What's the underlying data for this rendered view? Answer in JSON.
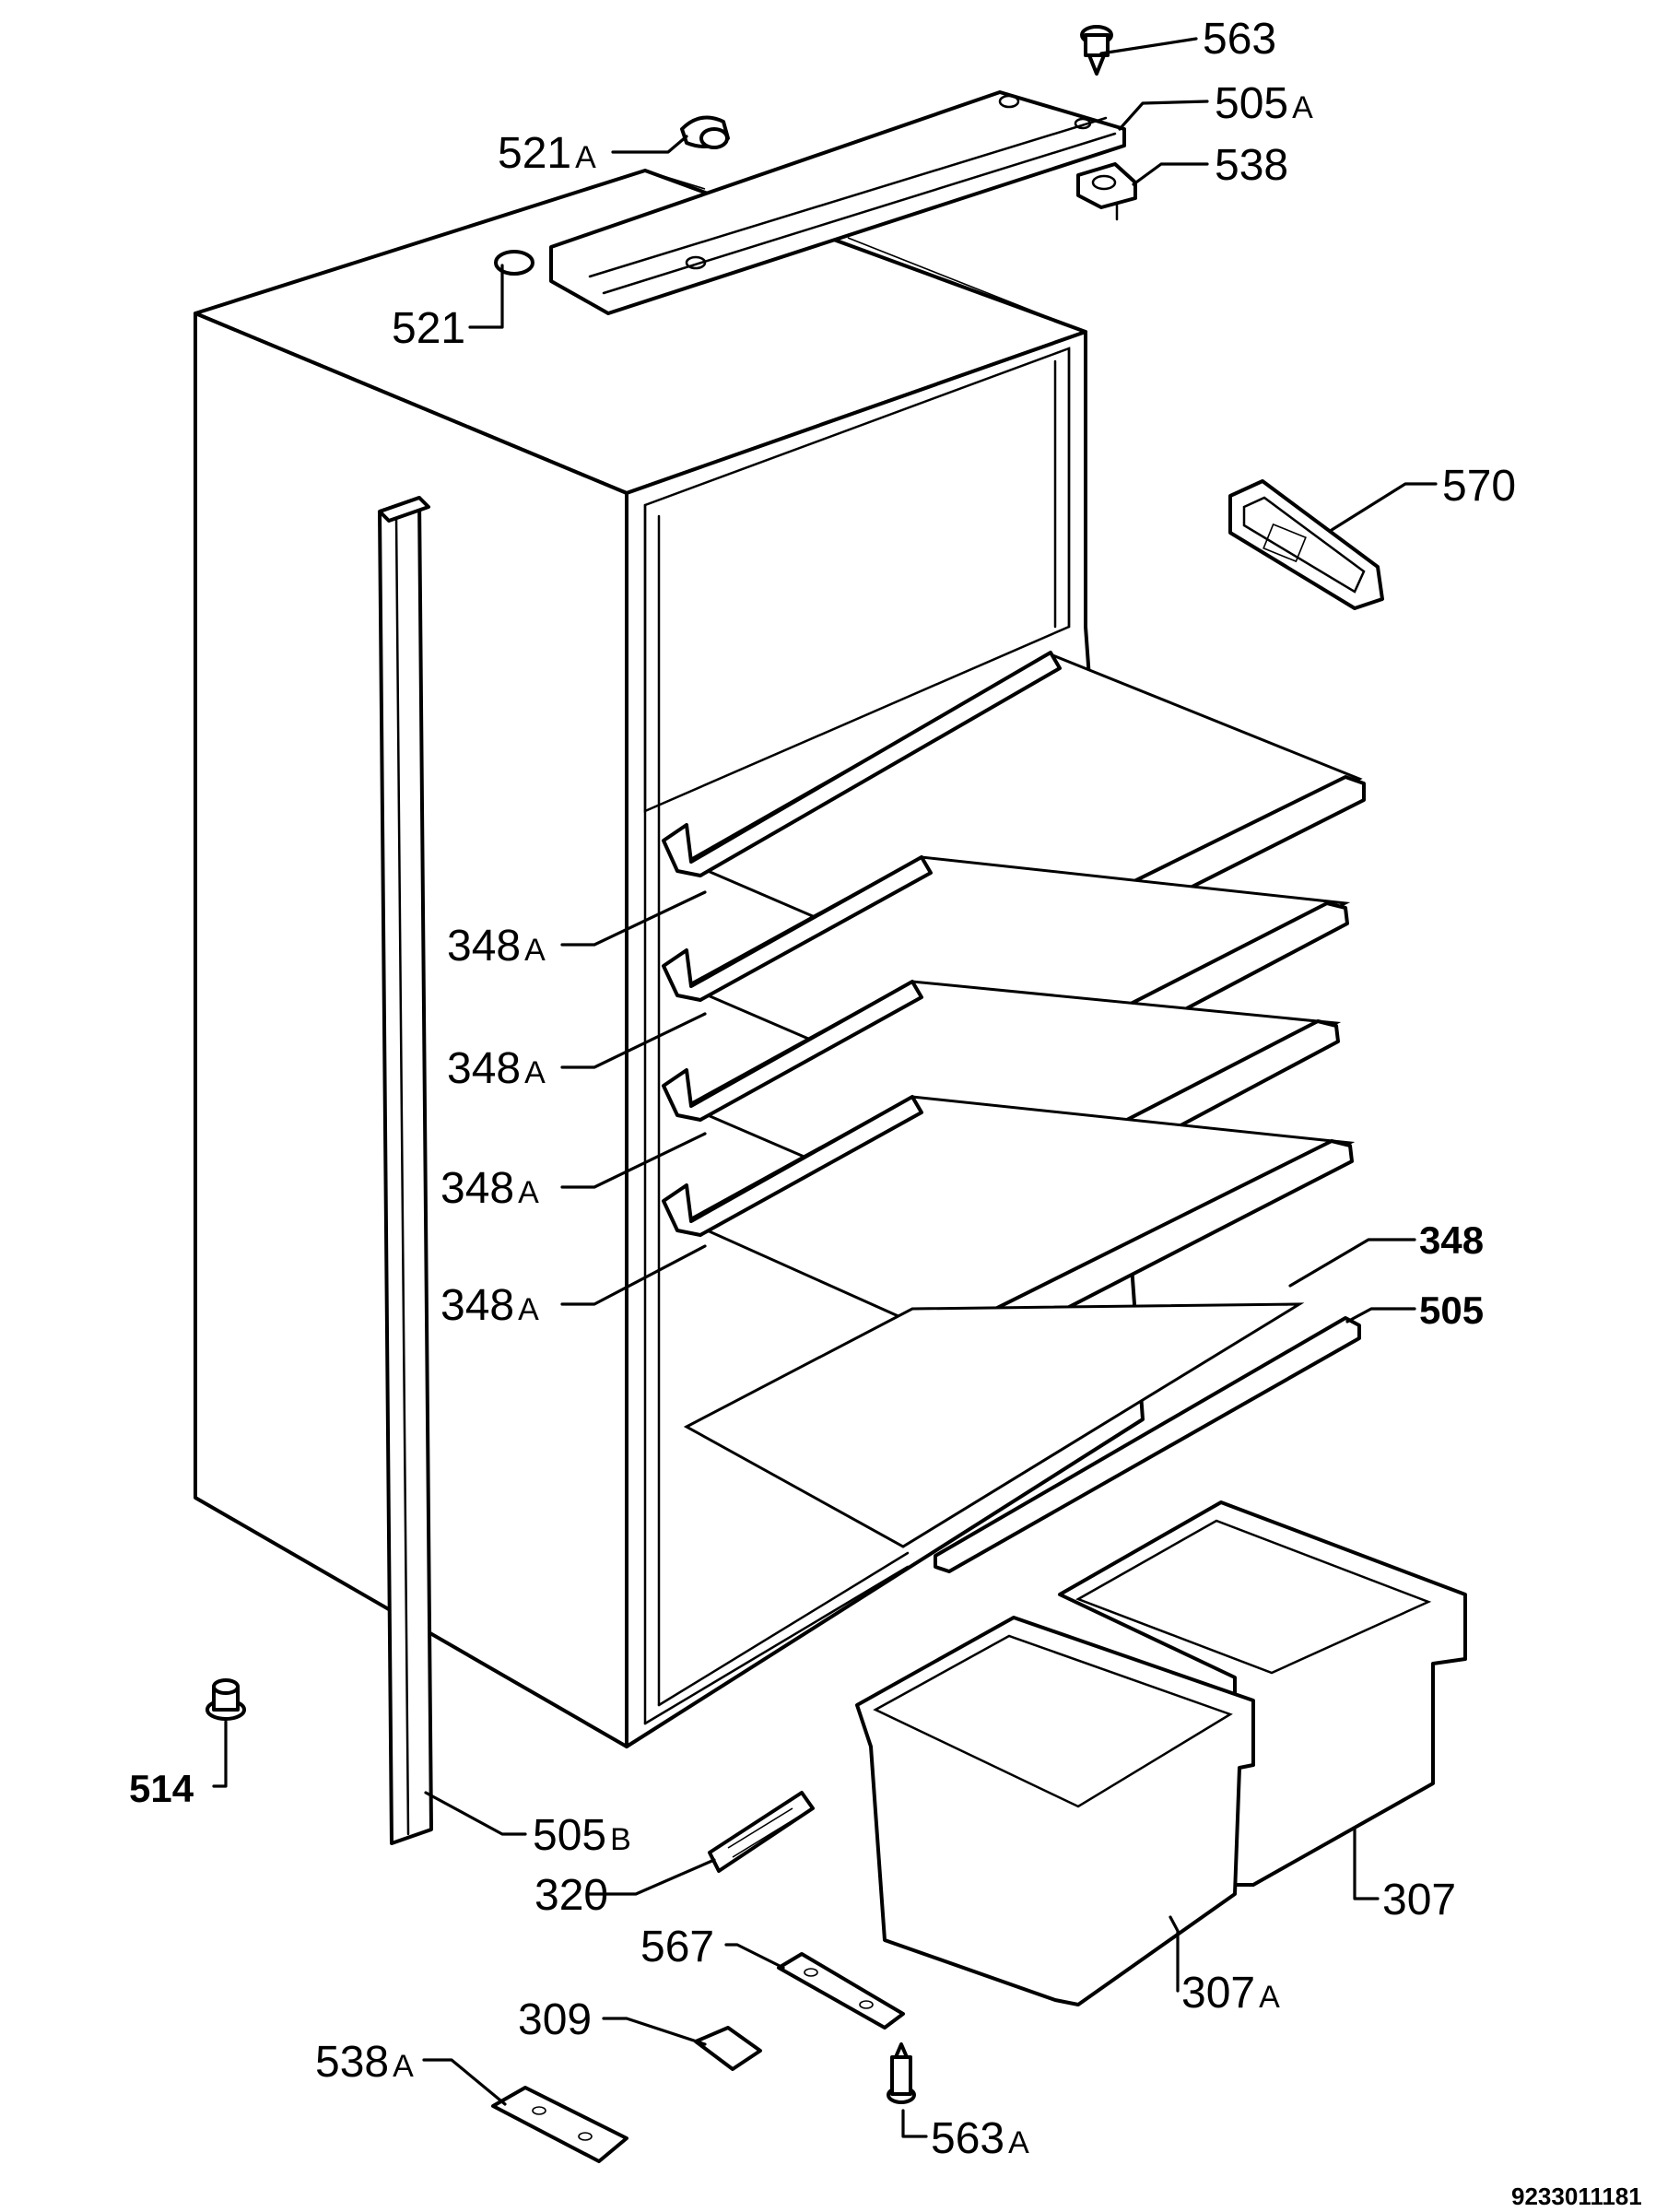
{
  "drawing_code": "9233011181",
  "labels": [
    {
      "id": "563",
      "number": "563",
      "suffix": ""
    },
    {
      "id": "505A",
      "number": "505",
      "suffix": "A"
    },
    {
      "id": "521A",
      "number": "521",
      "suffix": "A"
    },
    {
      "id": "538",
      "number": "538",
      "suffix": ""
    },
    {
      "id": "521",
      "number": "521",
      "suffix": ""
    },
    {
      "id": "570",
      "number": "570",
      "suffix": ""
    },
    {
      "id": "348A-1",
      "number": "348",
      "suffix": "A"
    },
    {
      "id": "348A-2",
      "number": "348",
      "suffix": "A"
    },
    {
      "id": "348A-3",
      "number": "348",
      "suffix": "A"
    },
    {
      "id": "348A-4",
      "number": "348",
      "suffix": "A"
    },
    {
      "id": "348",
      "number": "348",
      "suffix": ""
    },
    {
      "id": "505",
      "number": "505",
      "suffix": ""
    },
    {
      "id": "514",
      "number": "514",
      "suffix": ""
    },
    {
      "id": "505B",
      "number": "505",
      "suffix": "B"
    },
    {
      "id": "320",
      "number": "320",
      "suffix": ""
    },
    {
      "id": "307",
      "number": "307",
      "suffix": ""
    },
    {
      "id": "567",
      "number": "567",
      "suffix": ""
    },
    {
      "id": "307A",
      "number": "307",
      "suffix": "A"
    },
    {
      "id": "309",
      "number": "309",
      "suffix": ""
    },
    {
      "id": "538A",
      "number": "538",
      "suffix": "A"
    },
    {
      "id": "563A",
      "number": "563",
      "suffix": "A"
    }
  ]
}
